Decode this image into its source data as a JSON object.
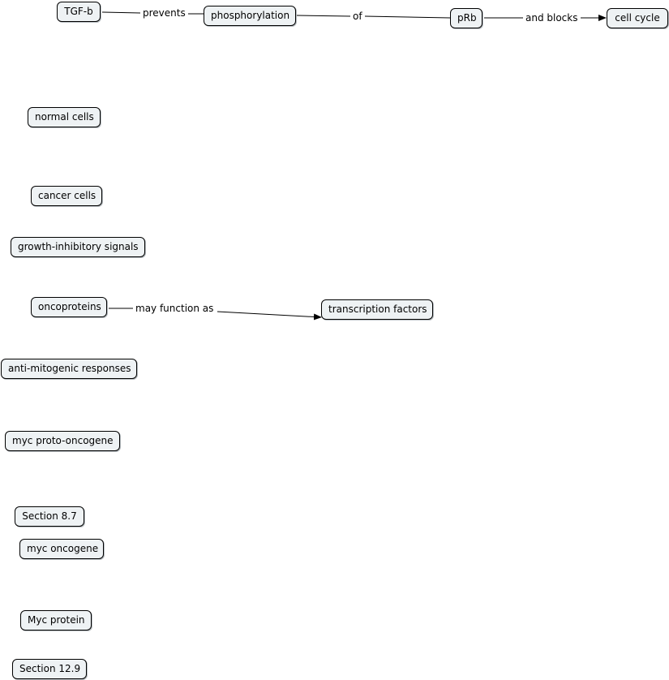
{
  "concepts": {
    "tgfb": "TGF-b",
    "phosphorylation": "phosphorylation",
    "prb": "pRb",
    "cell_cycle": "cell cycle",
    "normal_cells": "normal cells",
    "cancer_cells": "cancer cells",
    "growth_inhibitory": "growth-inhibitory signals",
    "oncoproteins": "oncoproteins",
    "transcription_factors": "transcription factors",
    "anti_mitogenic": "anti-mitogenic responses",
    "myc_proto": "myc proto-oncogene",
    "section_8_7": "Section 8.7",
    "myc_oncogene": "myc oncogene",
    "myc_protein": "Myc protein",
    "section_12_9": "Section 12.9"
  },
  "links": {
    "prevents": "prevents",
    "of": "of",
    "and_blocks": "and blocks",
    "may_function_as": "may function as"
  }
}
